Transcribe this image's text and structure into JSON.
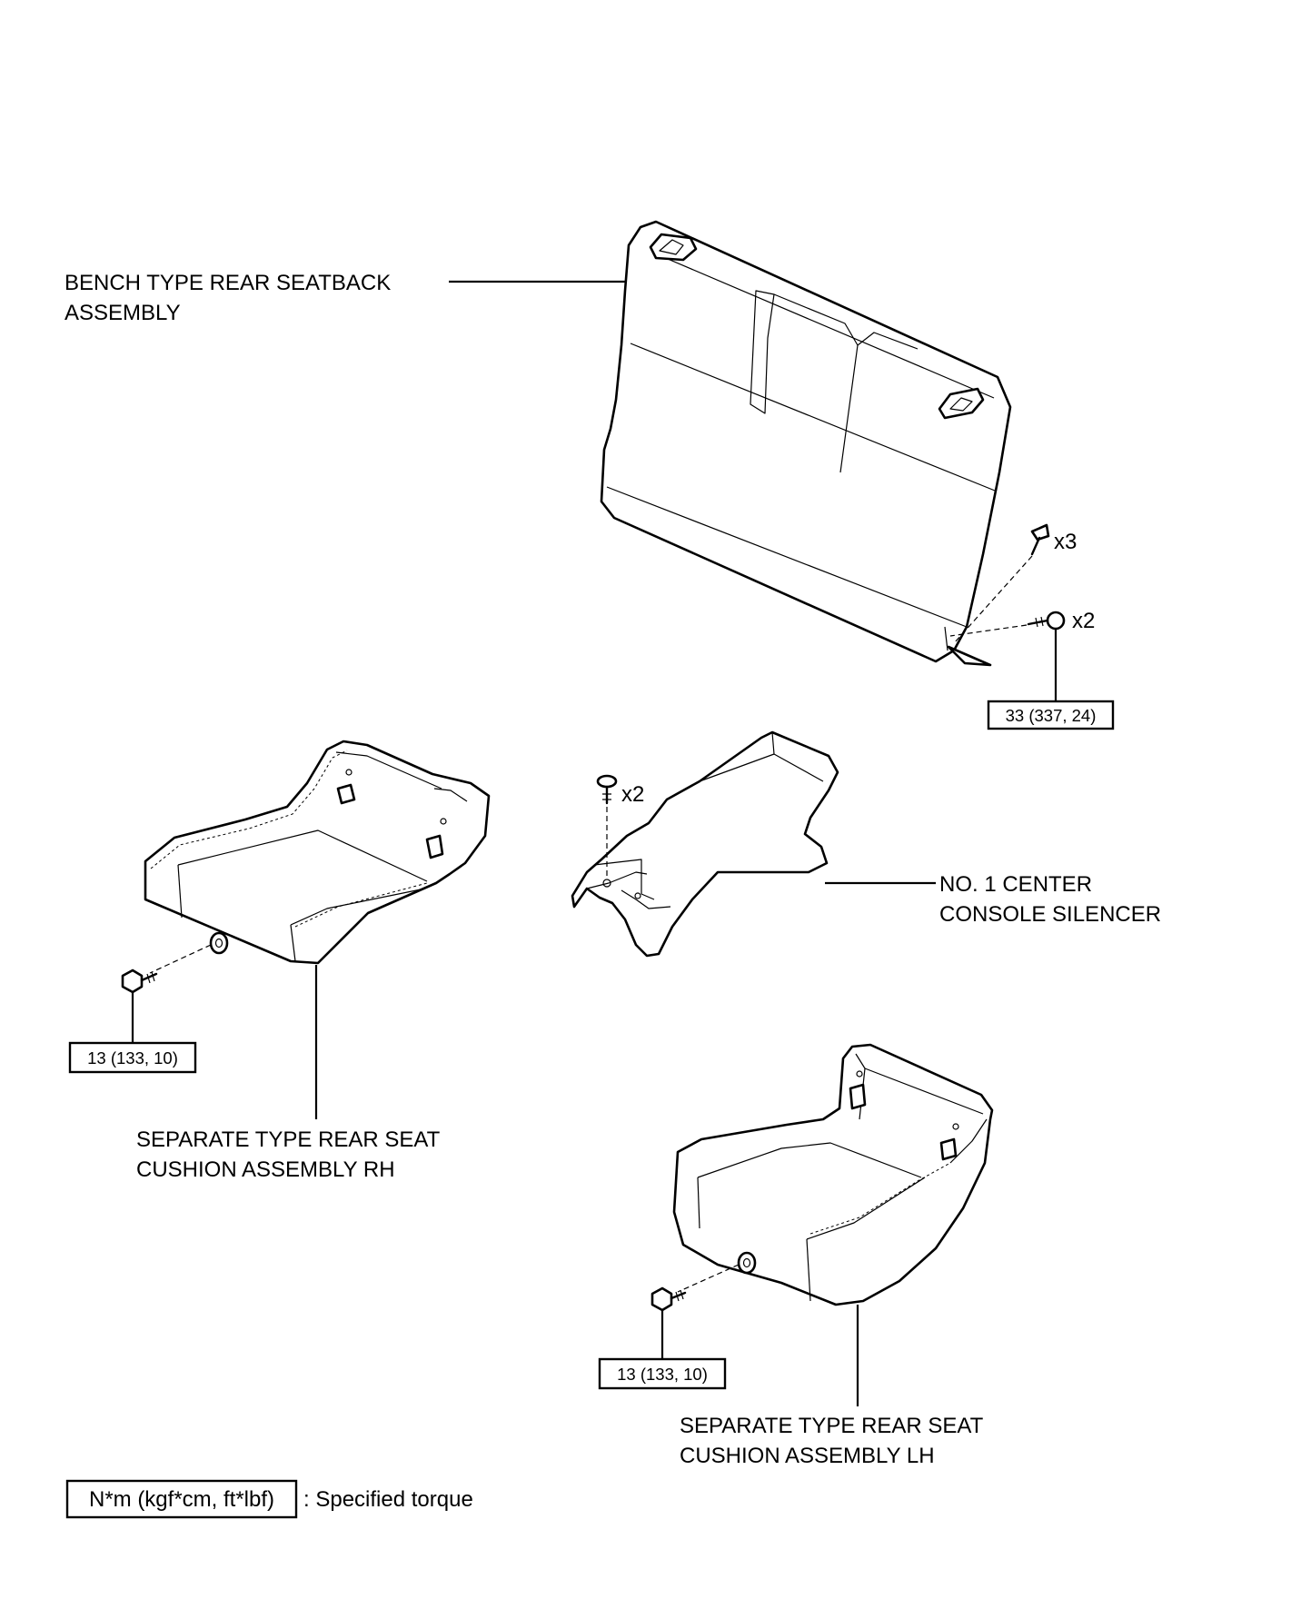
{
  "labels": {
    "seatback_line1": "BENCH TYPE REAR SEATBACK",
    "seatback_line2": "ASSEMBLY",
    "silencer_line1": "NO. 1 CENTER",
    "silencer_line2": "CONSOLE SILENCER",
    "cushion_rh_line1": "SEPARATE TYPE REAR SEAT",
    "cushion_rh_line2": "CUSHION ASSEMBLY RH",
    "cushion_lh_line1": "SEPARATE TYPE REAR SEAT",
    "cushion_lh_line2": "CUSHION ASSEMBLY LH"
  },
  "quantities": {
    "seatback_clips": "x3",
    "seatback_bolts": "x2",
    "silencer_clips": "x2"
  },
  "torques": {
    "seatback_bolt": "33 (337, 24)",
    "cushion_rh_bolt": "13 (133, 10)",
    "cushion_lh_bolt": "13 (133, 10)"
  },
  "legend": {
    "unit_box": "N*m (kgf*cm, ft*lbf)",
    "description": ": Specified torque"
  }
}
